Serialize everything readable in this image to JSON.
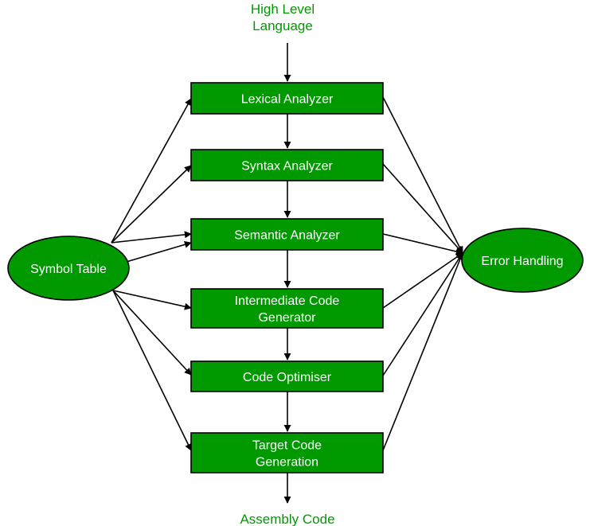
{
  "input_label": [
    "High Level",
    "Language"
  ],
  "output_label": "Assembly Code",
  "phases": [
    {
      "id": "lexical",
      "lines": [
        "Lexical Analyzer"
      ]
    },
    {
      "id": "syntax",
      "lines": [
        "Syntax Analyzer"
      ]
    },
    {
      "id": "semantic",
      "lines": [
        "Semantic Analyzer"
      ]
    },
    {
      "id": "intermediate",
      "lines": [
        "Intermediate Code",
        "Generator"
      ]
    },
    {
      "id": "optimiser",
      "lines": [
        "Code Optimiser"
      ]
    },
    {
      "id": "target",
      "lines": [
        "Target Code",
        "Generation"
      ]
    }
  ],
  "symbol_table": {
    "label": "Symbol Table"
  },
  "error_handling": {
    "label": "Error Handling"
  },
  "colors": {
    "node_fill": "#009900",
    "node_text": "#ffffff",
    "io_text": "#009900",
    "edge": "#000000"
  }
}
